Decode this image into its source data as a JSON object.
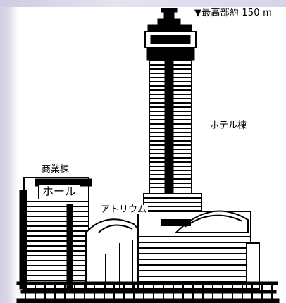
{
  "labels": {
    "height": "▼最高部約 150 m",
    "hotel_wing": "ホテル棟",
    "commercial_wing": "商業棟",
    "hall": "ホール",
    "atrium": "アトリウム"
  },
  "colors": {
    "ink": "#000000",
    "background": "#ffffff",
    "side_strip": "#d3d0e3"
  }
}
